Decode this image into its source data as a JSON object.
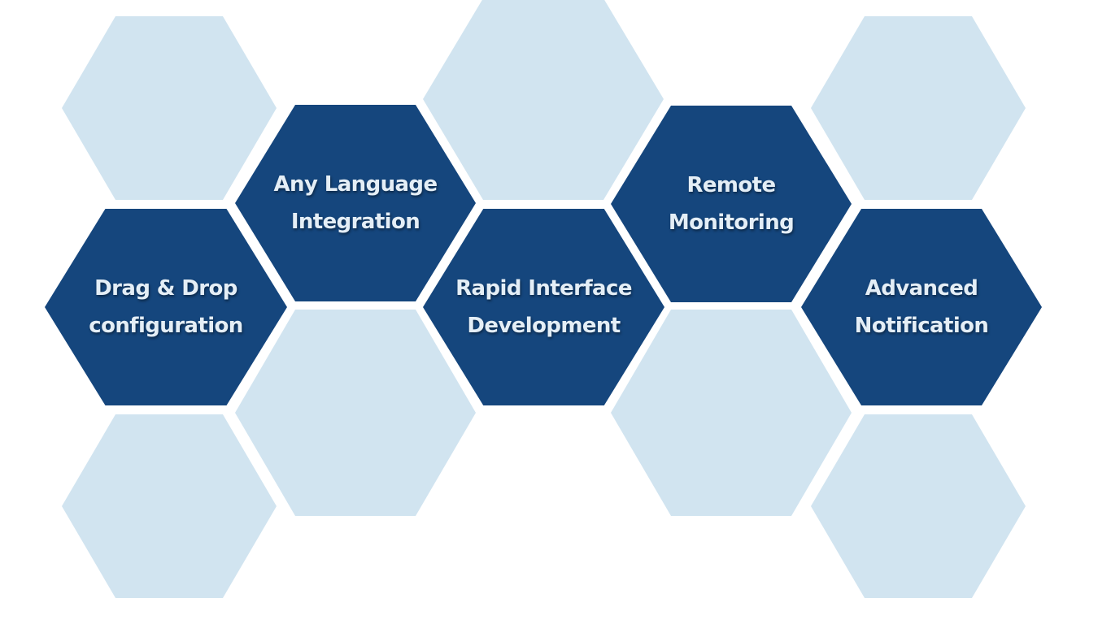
{
  "colors": {
    "background": "#ffffff",
    "light_hex": "#d1e4f0",
    "dark_hex": "#15467d",
    "label_text": "#e4eef6"
  },
  "features": [
    {
      "id": "any-language-integration",
      "lines": [
        "Any Language",
        "Integration"
      ]
    },
    {
      "id": "remote-monitoring",
      "lines": [
        "Remote",
        "Monitoring"
      ]
    },
    {
      "id": "drag-drop-configuration",
      "lines": [
        "Drag & Drop",
        "configuration"
      ]
    },
    {
      "id": "rapid-interface-development",
      "lines": [
        "Rapid Interface",
        "Development"
      ]
    },
    {
      "id": "advanced-notification",
      "lines": [
        "Advanced",
        "Notification"
      ]
    }
  ]
}
